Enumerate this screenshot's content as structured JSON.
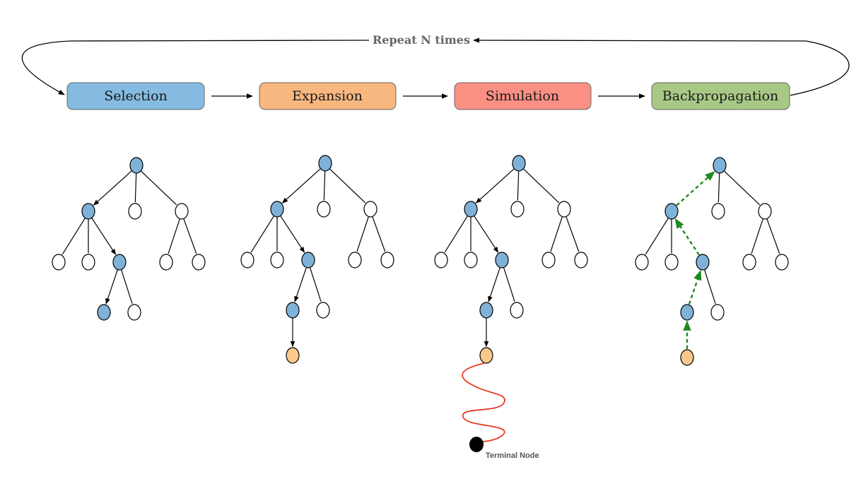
{
  "loop_label": "Repeat N times",
  "stages": [
    {
      "label": "Selection",
      "color": "#85bbe0"
    },
    {
      "label": "Expansion",
      "color": "#f7b77e"
    },
    {
      "label": "Simulation",
      "color": "#fa8f83"
    },
    {
      "label": "Backpropagation",
      "color": "#a8c985"
    }
  ],
  "terminal_label": "Terminal Node",
  "colors": {
    "visited_node": "#7fb2d9",
    "expanded_node": "#f8c98a",
    "simulation_path": "#e53a21",
    "backprop_arrow": "#1e8a1e",
    "terminal_node": "#000000"
  }
}
